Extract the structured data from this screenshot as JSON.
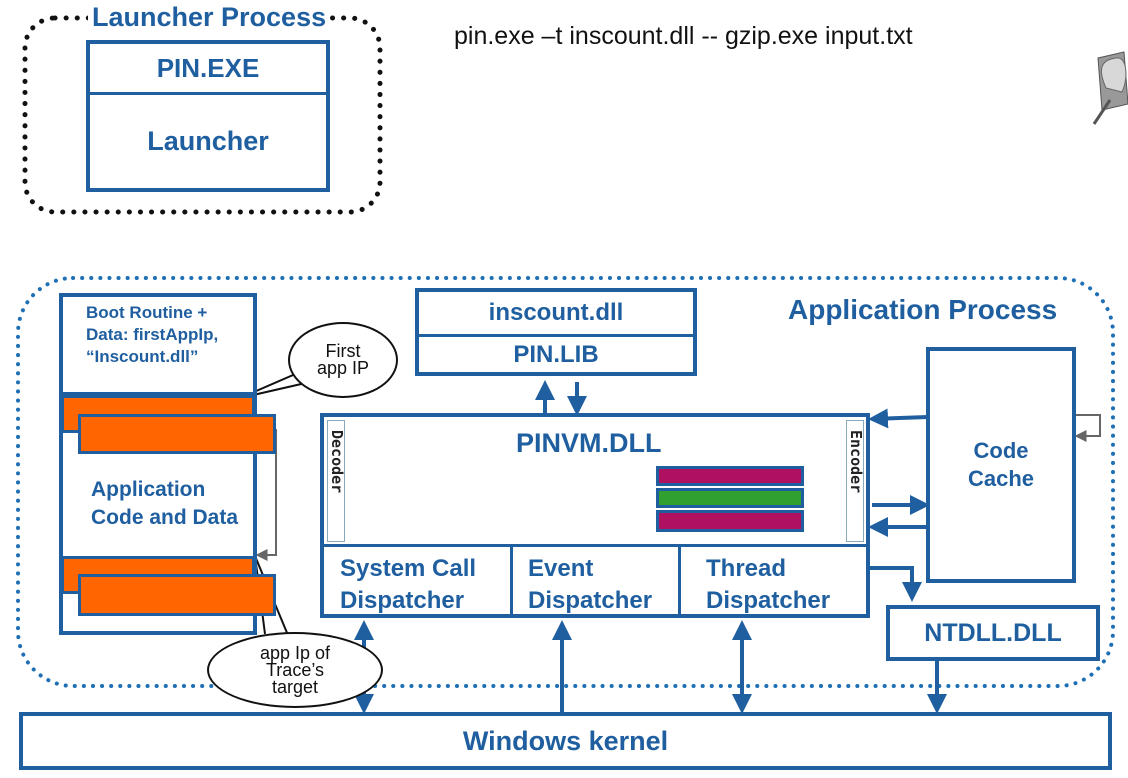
{
  "command_line": "pin.exe –t inscount.dll -- gzip.exe input.txt",
  "launcher_process": {
    "title": "Launcher Process",
    "pin_exe": "PIN.EXE",
    "launcher": "Launcher"
  },
  "application_process": {
    "title": "Application Process",
    "boot_routine": "Boot Routine + Data: firstAppIp, “Inscount.dll”",
    "app_code": "Application Code and Data",
    "first_app_ip_callout": "First app IP",
    "trace_target_callout": "app Ip of Trace’s target",
    "inscount_dll": "inscount.dll",
    "pin_lib": "PIN.LIB",
    "pinvm_dll": "PINVM.DLL",
    "decoder": "Decoder",
    "encoder": "Encoder",
    "system_call_dispatcher": "System Call Dispatcher",
    "event_dispatcher": "Event Dispatcher",
    "thread_dispatcher": "Thread Dispatcher",
    "code_cache": "Code Cache",
    "ntdll_dll": "NTDLL.DLL"
  },
  "windows_kernel": "Windows kernel",
  "colors": {
    "border_blue": "#1f5fa0",
    "dotted": "#1f6fb5",
    "orange": "#ff6600",
    "magenta": "#b01060",
    "green": "#30a030"
  }
}
